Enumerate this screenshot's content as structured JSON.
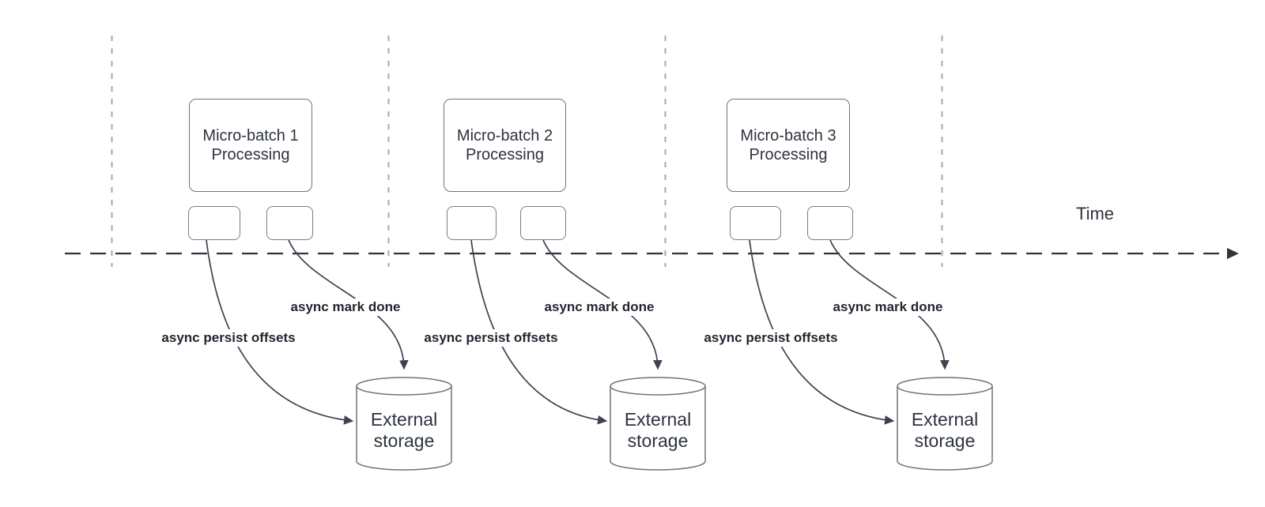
{
  "diagram": {
    "time_axis": {
      "label": "Time"
    },
    "groups": [
      {
        "box_title_line1": "Micro-batch 1",
        "box_title_line2": "Processing",
        "persist_arrow_label": "async persist offsets",
        "mark_done_arrow_label": "async mark done",
        "storage_line1": "External",
        "storage_line2": "storage"
      },
      {
        "box_title_line1": "Micro-batch 2",
        "box_title_line2": "Processing",
        "persist_arrow_label": "async persist offsets",
        "mark_done_arrow_label": "async mark done",
        "storage_line1": "External",
        "storage_line2": "storage"
      },
      {
        "box_title_line1": "Micro-batch 3",
        "box_title_line2": "Processing",
        "persist_arrow_label": "async persist offsets",
        "mark_done_arrow_label": "async mark done",
        "storage_line1": "External",
        "storage_line2": "storage"
      }
    ],
    "colors": {
      "background": "#ffffff",
      "shape_stroke": "#737373",
      "edge_stroke": "#3c4350",
      "timeline_stroke": "#2f353d",
      "gridline_stroke": "#a8a8ad",
      "shape_text": "#2d333e",
      "edge_label_text": "#21262f"
    }
  }
}
